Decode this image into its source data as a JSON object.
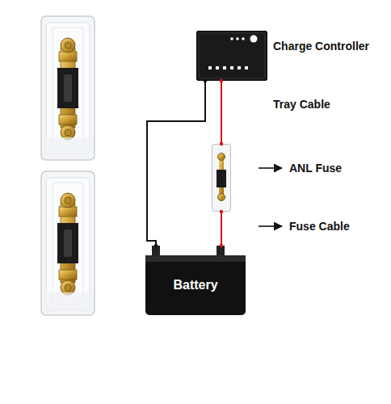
{
  "diagram": {
    "nodes": [
      {
        "text": [
          "Charge Controller"
        ]
      },
      {
        "text": [
          "ANL Fuse"
        ]
      },
      {
        "text": [
          "Battery"
        ]
      }
    ],
    "edges": [
      {
        "from": 0,
        "to": 1,
        "arrow": "none"
      },
      {
        "from": 1,
        "to": 2,
        "arrow": "none"
      },
      {
        "from": 0,
        "to": 2,
        "arrow": "none"
      }
    ],
    "labels": [
      "Tray Cable",
      "Fuse Cable"
    ]
  }
}
